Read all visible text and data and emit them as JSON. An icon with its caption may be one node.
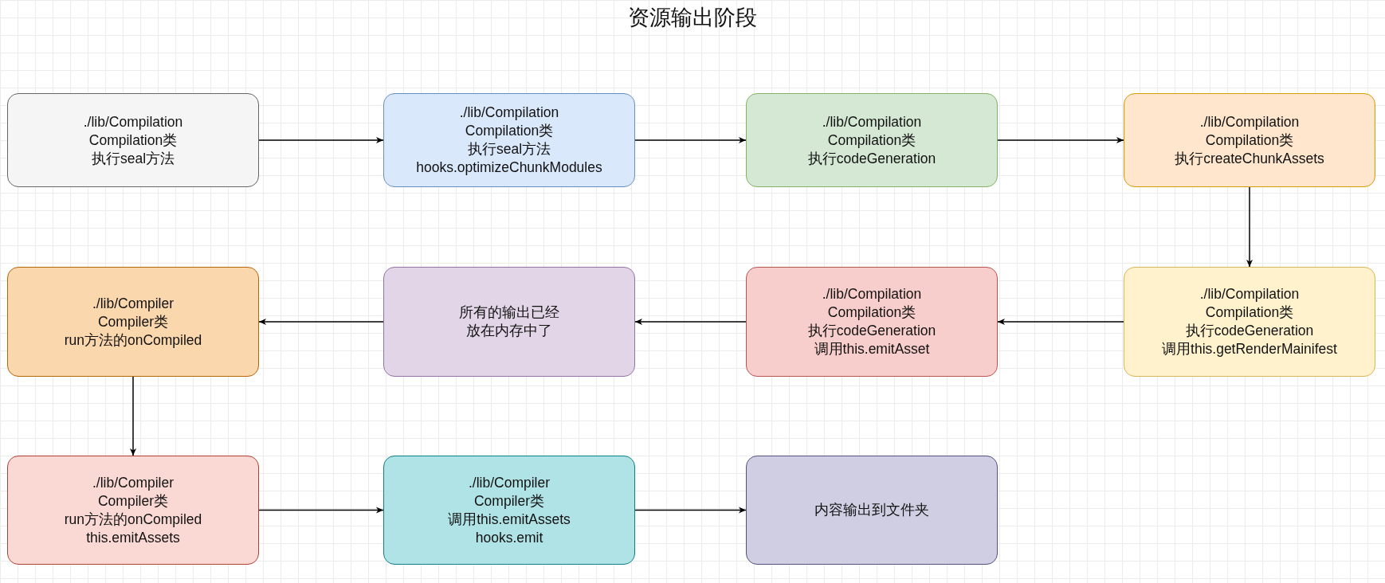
{
  "diagram": {
    "title": "资源输出阶段",
    "nodes": [
      {
        "text": [
          "./lib/Compilation",
          "Compilation类",
          "执行seal方法"
        ]
      },
      {
        "text": [
          "./lib/Compilation",
          "Compilation类",
          "执行seal方法",
          "hooks.optimizeChunkModules"
        ]
      },
      {
        "text": [
          "./lib/Compilation",
          "Compilation类",
          "执行codeGeneration"
        ]
      },
      {
        "text": [
          "./lib/Compilation",
          "Compilation类",
          "执行createChunkAssets"
        ]
      },
      {
        "text": [
          "./lib/Compiler",
          "Compiler类",
          "run方法的onCompiled"
        ]
      },
      {
        "text": [
          "所有的输出已经",
          "放在内存中了"
        ]
      },
      {
        "text": [
          "./lib/Compilation",
          "Compilation类",
          "执行codeGeneration",
          "调用this.emitAsset"
        ]
      },
      {
        "text": [
          "./lib/Compilation",
          "Compilation类",
          "执行codeGeneration",
          "调用this.getRenderMainifest"
        ]
      },
      {
        "text": [
          "./lib/Compiler",
          "Compiler类",
          "run方法的onCompiled",
          "this.emitAssets"
        ]
      },
      {
        "text": [
          "./lib/Compiler",
          "Compiler类",
          "调用this.emitAssets",
          "hooks.emit"
        ]
      },
      {
        "text": [
          "内容输出到文件夹"
        ]
      }
    ],
    "edges": [
      {
        "from": 0,
        "to": 1,
        "arrow": "to"
      },
      {
        "from": 1,
        "to": 2,
        "arrow": "to"
      },
      {
        "from": 2,
        "to": 3,
        "arrow": "to"
      },
      {
        "from": 3,
        "to": 7,
        "arrow": "to"
      },
      {
        "from": 7,
        "to": 6,
        "arrow": "to"
      },
      {
        "from": 6,
        "to": 5,
        "arrow": "to"
      },
      {
        "from": 5,
        "to": 4,
        "arrow": "to"
      },
      {
        "from": 4,
        "to": 8,
        "arrow": "to"
      },
      {
        "from": 8,
        "to": 9,
        "arrow": "to"
      },
      {
        "from": 9,
        "to": 10,
        "arrow": "to"
      }
    ]
  }
}
